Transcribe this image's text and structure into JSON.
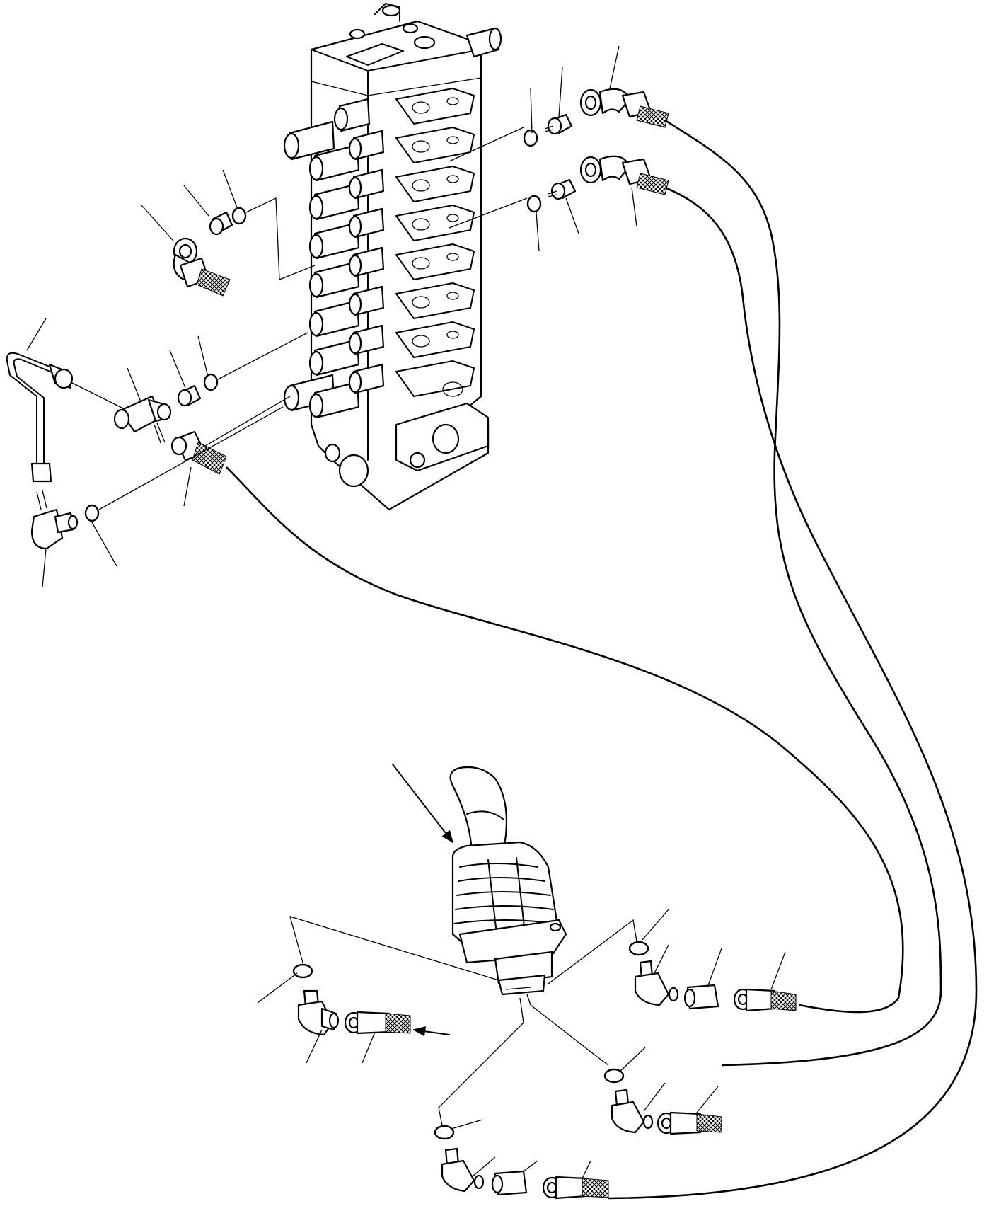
{
  "diagram": {
    "style": "black-and-white isometric exploded parts illustration",
    "colors": {
      "line": "#000000",
      "background": "#ffffff"
    },
    "components": [
      "control-valve-block",
      "pilot-joystick",
      "pilot-hoses",
      "elbow-fittings",
      "tee-fitting",
      "adapters",
      "o-rings",
      "steel-pipe"
    ]
  }
}
